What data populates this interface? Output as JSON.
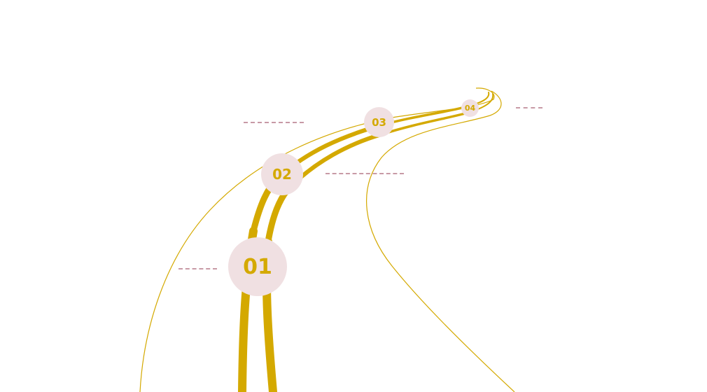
{
  "colors": {
    "road": "#D4A900",
    "edge": "#D4A900",
    "marker_fill": "#F0E0E2",
    "marker_text": "#D4A900",
    "dash": "#C89AA6",
    "background": "#FFFFFF"
  },
  "steps": [
    {
      "label": "01"
    },
    {
      "label": "02"
    },
    {
      "label": "03"
    },
    {
      "label": "04"
    }
  ]
}
